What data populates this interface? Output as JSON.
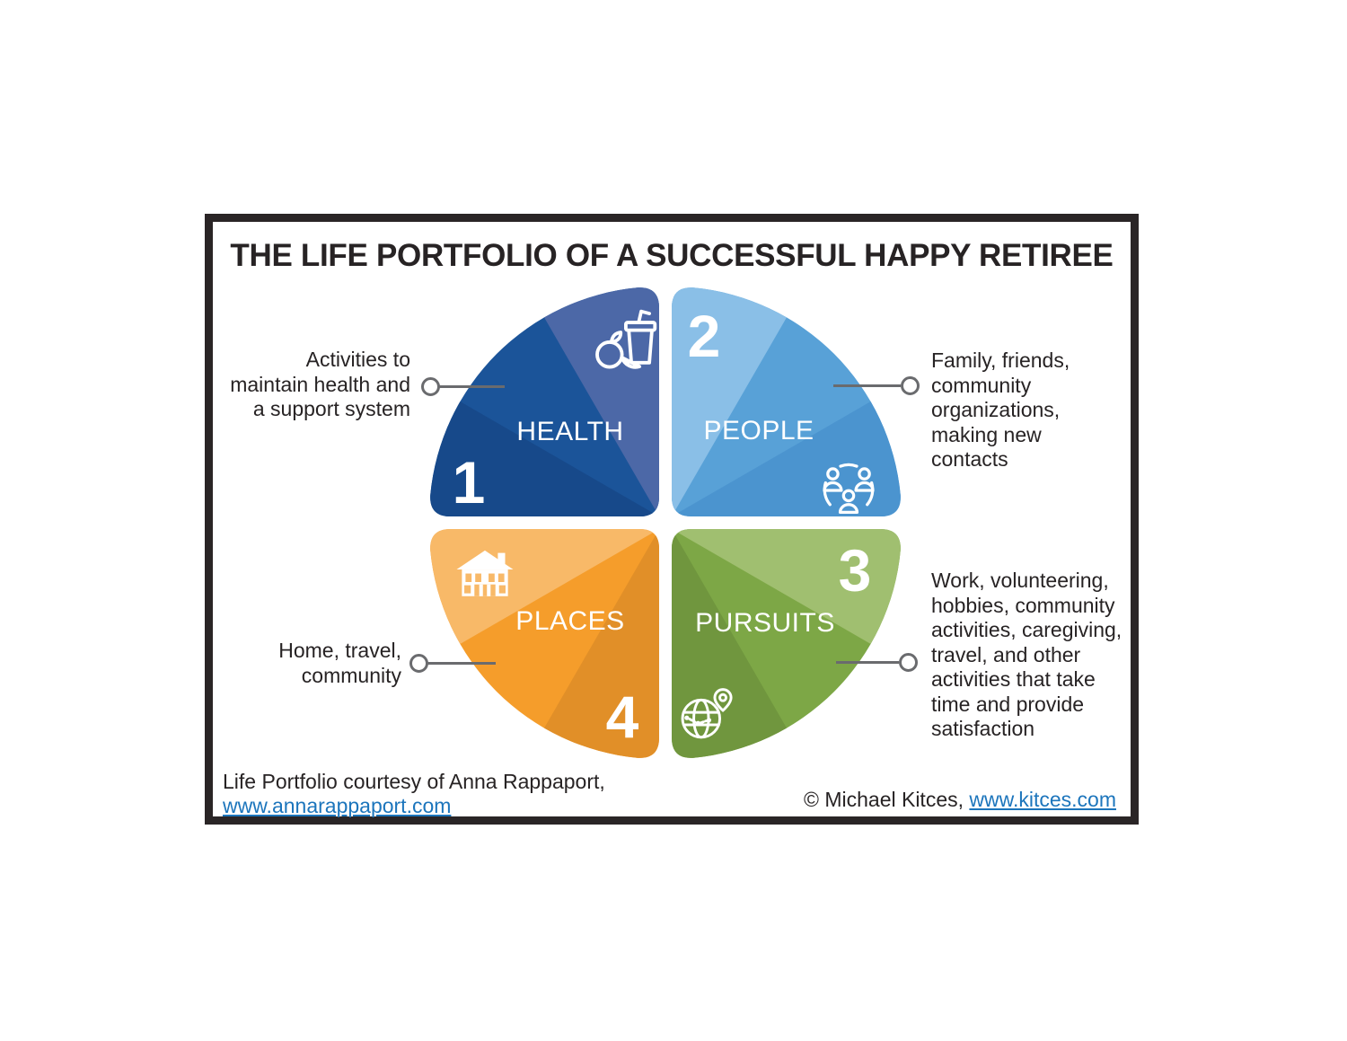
{
  "theme": {
    "frame_border": "#2a2526",
    "text": "#272324",
    "link": "#1c75bc",
    "connector": "#6a6b6e",
    "background": "#ffffff"
  },
  "title": "THE LIFE PORTFOLIO OF A SUCCESSFUL HAPPY RETIREE",
  "quadrants": [
    {
      "id": "health",
      "number": "1",
      "label": "HEALTH",
      "icon": "smoothie-apple-icon",
      "colors": {
        "main": "#1b5499",
        "light": "#4c68a7",
        "dark": "#17498a"
      },
      "note": "Activities to\nmaintain health and\na support system"
    },
    {
      "id": "people",
      "number": "2",
      "label": "PEOPLE",
      "icon": "people-network-icon",
      "colors": {
        "main": "#58a1d7",
        "light": "#8abfe7",
        "dark": "#4b94cf"
      },
      "note": "Family, friends,\ncommunity\norganizations,\nmaking new\ncontacts"
    },
    {
      "id": "pursuits",
      "number": "3",
      "label": "PURSUITS",
      "icon": "globe-pin-icon",
      "colors": {
        "main": "#7da746",
        "light": "#a0bf70",
        "dark": "#70963e"
      },
      "note": "Work, volunteering,\nhobbies, community\nactivities, caregiving,\ntravel, and other\nactivities that take\ntime and provide\nsatisfaction"
    },
    {
      "id": "places",
      "number": "4",
      "label": "PLACES",
      "icon": "house-icon",
      "colors": {
        "main": "#f59d2b",
        "light": "#f8b968",
        "dark": "#e18f28"
      },
      "note": "Home, travel,\ncommunity"
    }
  ],
  "footer": {
    "credit_line": "Life Portfolio courtesy of Anna Rappaport,",
    "credit_link": "www.annarappaport.com",
    "copyright_prefix": "© Michael Kitces, ",
    "copyright_link": "www.kitces.com"
  }
}
